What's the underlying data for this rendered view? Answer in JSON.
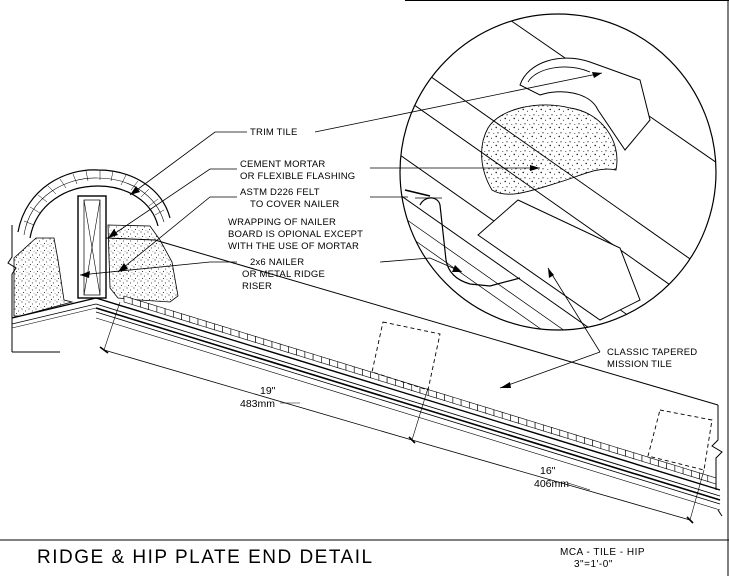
{
  "labels": {
    "trim_tile": "TRIM TILE",
    "mortar_1": "CEMENT MORTAR",
    "mortar_2": "OR FLEXIBLE FLASHING",
    "felt_1": "ASTM D226 FELT",
    "felt_2": "TO COVER NAILER",
    "wrap_1": "WRAPPING OF NAILER",
    "wrap_2": "BOARD IS OPIONAL EXCEPT",
    "wrap_3": "WITH THE USE OF MORTAR",
    "nailer_1": "2x6 NAILER",
    "nailer_2": "OR METAL RIDGE",
    "nailer_3": "RISER",
    "mission_1": "CLASSIC TAPERED",
    "mission_2": "MISSION TILE"
  },
  "dimensions": {
    "first_in": "19\"",
    "first_mm": "483mm",
    "second_in": "16\"",
    "second_mm": "406mm"
  },
  "title_block": {
    "title": "RIDGE & HIP PLATE END DETAIL",
    "code": "MCA - TILE - HIP",
    "scale": "3\"=1'-0\""
  }
}
